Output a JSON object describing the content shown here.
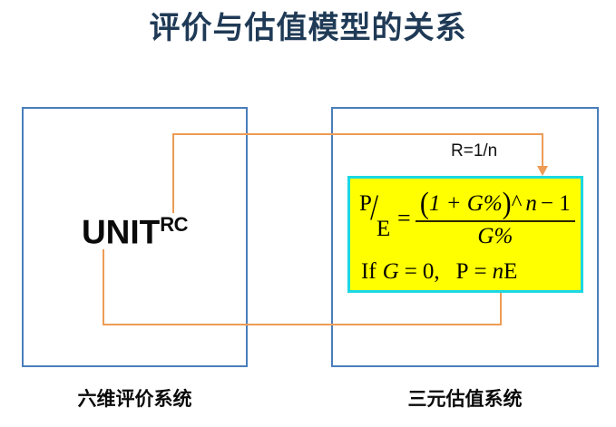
{
  "slide": {
    "title": "评价与估值模型的关系",
    "title_color": "#1F3A56",
    "background": "#ffffff"
  },
  "left_system": {
    "name": "UNIT",
    "superscript": "RC",
    "caption": "六维评价系统",
    "box_border_color": "#4A7EBB"
  },
  "right_system": {
    "caption": "三元估值系统",
    "box_border_color": "#4A7EBB",
    "annotation": "R=1/n",
    "formula_card": {
      "fill_color": "#FFFF00",
      "border_color": "#1CD8E2",
      "lhs_numerator": "P",
      "lhs_denominator": "E",
      "lhs_slash": "/",
      "equals": "=",
      "rhs_numerator_open": "(",
      "rhs_numerator_body": "1 + G%",
      "rhs_numerator_close": ")",
      "rhs_numerator_caret": "^",
      "rhs_numerator_exponent": "n",
      "rhs_numerator_minus_one": "− 1",
      "rhs_denominator": "G%",
      "condition_if": "If",
      "condition_lhs": "G",
      "condition_eq": "=",
      "condition_value": "0,",
      "condition_result_p": "P",
      "condition_result_eq": "=",
      "condition_result_n": "n",
      "condition_result_e": "E"
    }
  },
  "connectors": {
    "line_color": "#ED9B55",
    "top_connector_name": "unit-to-rate-connector",
    "bottom_connector_name": "unit-to-growth-connector"
  }
}
